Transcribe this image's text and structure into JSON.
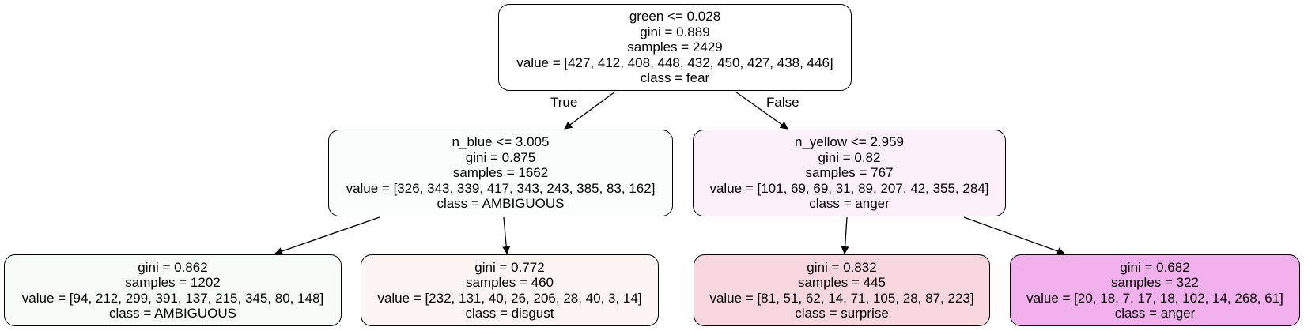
{
  "edges": {
    "true_label": "True",
    "false_label": "False"
  },
  "nodes": [
    {
      "condition": "green <= 0.028",
      "gini": "gini = 0.889",
      "samples": "samples = 2429",
      "value": "value = [427, 412, 408, 448, 432, 450, 427, 438, 446]",
      "class": "class = fear",
      "color": "#ffffff"
    },
    {
      "condition": "n_blue <= 3.005",
      "gini": "gini = 0.875",
      "samples": "samples = 1662",
      "value": "value = [326, 343, 339, 417, 343, 243, 385, 83, 162]",
      "class": "class = AMBIGUOUS",
      "color": "#fafdfb"
    },
    {
      "condition": "n_yellow <= 2.959",
      "gini": "gini = 0.82",
      "samples": "samples = 767",
      "value": "value = [101, 69, 69, 31, 89, 207, 42, 355, 284]",
      "class": "class = anger",
      "color": "#fcf0fb"
    },
    {
      "gini": "gini = 0.862",
      "samples": "samples = 1202",
      "value": "value = [94, 212, 299, 391, 137, 215, 345, 80, 148]",
      "class": "class = AMBIGUOUS",
      "color": "#f6fcf7"
    },
    {
      "gini": "gini = 0.772",
      "samples": "samples = 460",
      "value": "value = [232, 131, 40, 26, 206, 28, 40, 3, 14]",
      "class": "class = disgust",
      "color": "#fcf5f1"
    },
    {
      "gini": "gini = 0.832",
      "samples": "samples = 445",
      "value": "value = [81, 51, 62, 14, 71, 105, 28, 87, 223]",
      "class": "class = surprise",
      "color": "#f8d7df"
    },
    {
      "gini": "gini = 0.682",
      "samples": "samples = 322",
      "value": "value = [20, 18, 7, 17, 18, 102, 14, 268, 61]",
      "class": "class = anger",
      "color": "#f2b0ec"
    }
  ]
}
